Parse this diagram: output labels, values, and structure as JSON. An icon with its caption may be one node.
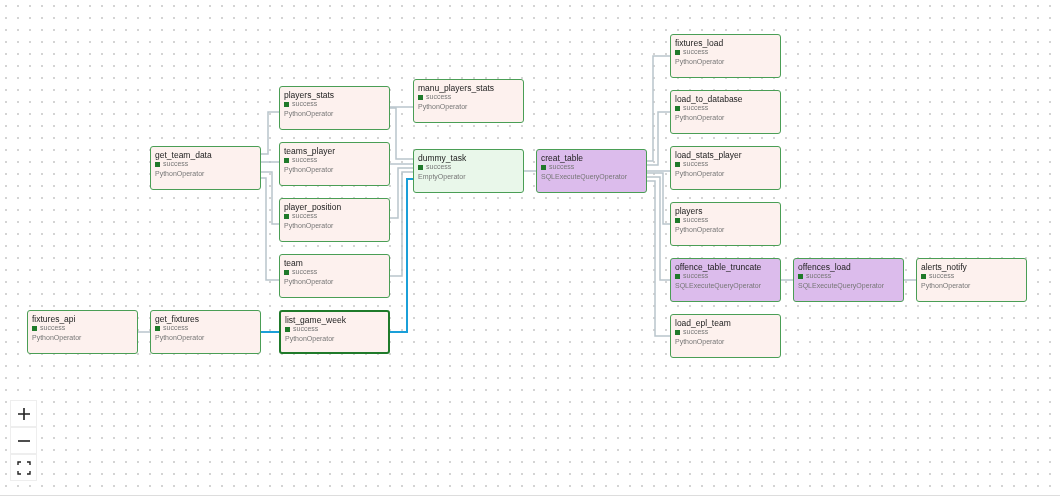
{
  "diagram": {
    "nodes": [
      {
        "text": [
          "fixtures_load",
          "success",
          "PythonOperator"
        ]
      },
      {
        "text": [
          "load_to_database",
          "success",
          "PythonOperator"
        ]
      },
      {
        "text": [
          "players_stats",
          "success",
          "PythonOperator"
        ]
      },
      {
        "text": [
          "manu_players_stats",
          "success",
          "PythonOperator"
        ]
      },
      {
        "text": [
          "get_team_data",
          "success",
          "PythonOperator"
        ]
      },
      {
        "text": [
          "teams_player",
          "success",
          "PythonOperator"
        ]
      },
      {
        "text": [
          "load_stats_player",
          "success",
          "PythonOperator"
        ]
      },
      {
        "text": [
          "dummy_task",
          "success",
          "EmptyOperator"
        ]
      },
      {
        "text": [
          "creat_table",
          "success",
          "SQLExecuteQueryOperator"
        ]
      },
      {
        "text": [
          "player_position",
          "success",
          "PythonOperator"
        ]
      },
      {
        "text": [
          "players",
          "success",
          "PythonOperator"
        ]
      },
      {
        "text": [
          "team",
          "success",
          "PythonOperator"
        ]
      },
      {
        "text": [
          "offence_table_truncate",
          "success",
          "SQLExecuteQueryOperator"
        ]
      },
      {
        "text": [
          "offences_load",
          "success",
          "SQLExecuteQueryOperator"
        ]
      },
      {
        "text": [
          "alerts_notify",
          "success",
          "PythonOperator"
        ]
      },
      {
        "text": [
          "fixtures_api",
          "success",
          "PythonOperator"
        ]
      },
      {
        "text": [
          "get_fixtures",
          "success",
          "PythonOperator"
        ]
      },
      {
        "text": [
          "list_game_week",
          "success",
          "PythonOperator"
        ]
      },
      {
        "text": [
          "load_epl_team",
          "success",
          "PythonOperator"
        ]
      }
    ],
    "edges": [
      {
        "from": 15,
        "to": 16,
        "arrow": "none"
      },
      {
        "from": 16,
        "to": 17,
        "arrow": "none",
        "color": "#1a9fd8"
      },
      {
        "from": 17,
        "to": 7,
        "arrow": "none",
        "color": "#1a9fd8"
      },
      {
        "from": 4,
        "to": 2,
        "arrow": "none"
      },
      {
        "from": 4,
        "to": 5,
        "arrow": "none"
      },
      {
        "from": 4,
        "to": 9,
        "arrow": "none"
      },
      {
        "from": 4,
        "to": 11,
        "arrow": "none"
      },
      {
        "from": 2,
        "to": 3,
        "arrow": "none"
      },
      {
        "from": 2,
        "to": 7,
        "arrow": "none"
      },
      {
        "from": 5,
        "to": 7,
        "arrow": "none"
      },
      {
        "from": 9,
        "to": 7,
        "arrow": "none"
      },
      {
        "from": 11,
        "to": 7,
        "arrow": "none"
      },
      {
        "from": 7,
        "to": 8,
        "arrow": "none"
      },
      {
        "from": 8,
        "to": 0,
        "arrow": "none"
      },
      {
        "from": 8,
        "to": 1,
        "arrow": "none"
      },
      {
        "from": 8,
        "to": 6,
        "arrow": "none"
      },
      {
        "from": 8,
        "to": 10,
        "arrow": "none"
      },
      {
        "from": 8,
        "to": 12,
        "arrow": "none"
      },
      {
        "from": 8,
        "to": 18,
        "arrow": "none"
      },
      {
        "from": 12,
        "to": 13,
        "arrow": "none"
      },
      {
        "from": 13,
        "to": 14,
        "arrow": "none"
      }
    ]
  }
}
